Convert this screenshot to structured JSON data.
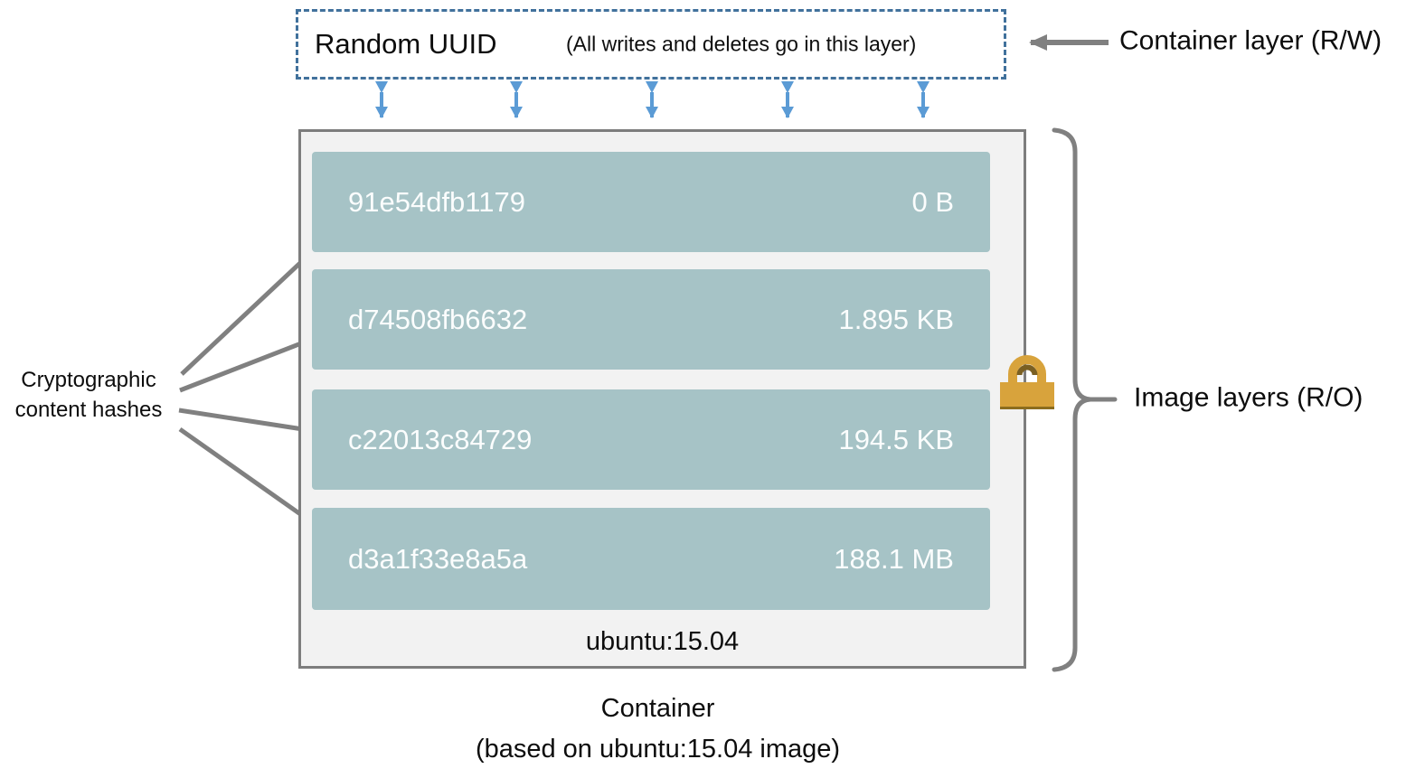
{
  "title_box": {
    "label": "Random UUID",
    "note": "(All writes and deletes go in this layer)"
  },
  "labels": {
    "container_layer": "Container layer (R/W)",
    "image_layers": "Image layers (R/O)",
    "crypto_hashes_line1": "Cryptographic",
    "crypto_hashes_line2": "content hashes"
  },
  "image_stack": {
    "layers": [
      {
        "hash": "91e54dfb1179",
        "size": "0 B"
      },
      {
        "hash": "d74508fb6632",
        "size": "1.895 KB"
      },
      {
        "hash": "c22013c84729",
        "size": "194.5 KB"
      },
      {
        "hash": "d3a1f33e8a5a",
        "size": "188.1 MB"
      }
    ],
    "base_image_tag": "ubuntu:15.04"
  },
  "caption": {
    "line1": "Container",
    "line2": "(based on ubuntu:15.04 image)"
  },
  "icons": {
    "lock": "gold-padlock"
  },
  "colors": {
    "layer_fill": "#a6c3c6",
    "container_fill": "#f2f2f2",
    "border_gray": "#7d7d7d",
    "arrow_gray": "#808080",
    "arrow_blue": "#5b9bd5",
    "dashed_blue": "#41719c",
    "lock_gold": "#d8a33c",
    "lock_shadow": "#8c6d1e"
  }
}
